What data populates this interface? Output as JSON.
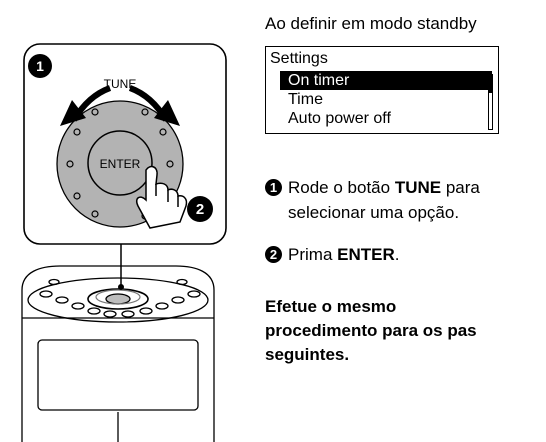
{
  "illustration": {
    "tune_label": "TUNE",
    "enter_label": "ENTER",
    "badge1": "1",
    "badge2": "2"
  },
  "display": {
    "heading": "Ao definir em modo standby",
    "title": "Settings",
    "items": [
      "On timer",
      "Time",
      "Auto power off"
    ],
    "selected_index": 0
  },
  "steps": [
    {
      "num": "1",
      "pre": "Rode o botão ",
      "bold": "TUNE",
      "post": " para",
      "line2": "selecionar uma opção."
    },
    {
      "num": "2",
      "pre": "Prima ",
      "bold": "ENTER",
      "post": "."
    }
  ],
  "note": {
    "line1": "Efetue o mesmo",
    "line2": "procedimento para os pas",
    "line3": "seguintes."
  }
}
